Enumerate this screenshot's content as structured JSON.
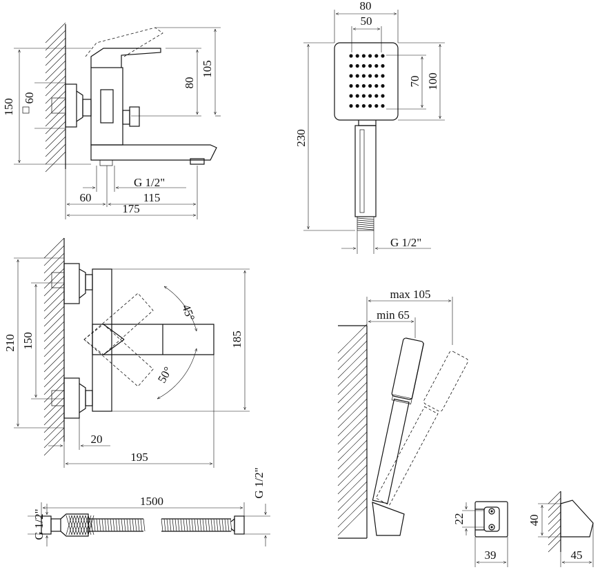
{
  "labels": {
    "d80_top": "80",
    "d50_top": "50",
    "d70": "70",
    "d100": "100",
    "d230": "230",
    "g12_shower": "G 1/2\"",
    "d150_side": "150",
    "sq60": "60",
    "d80_side": "80",
    "d105_side": "105",
    "g12_side": "G 1/2\"",
    "d60": "60",
    "d115": "115",
    "d175": "175",
    "d210": "210",
    "d150_front": "150",
    "d185": "185",
    "a45": "45°",
    "a50": "50°",
    "d20": "20",
    "d195": "195",
    "max105": "max 105",
    "min65": "min 65",
    "d1500": "1500",
    "g12_hose_left": "G 1/2\"",
    "g12_hose_right": "G 1/2\"",
    "d22": "22",
    "d39": "39",
    "d40": "40",
    "d45": "45"
  }
}
